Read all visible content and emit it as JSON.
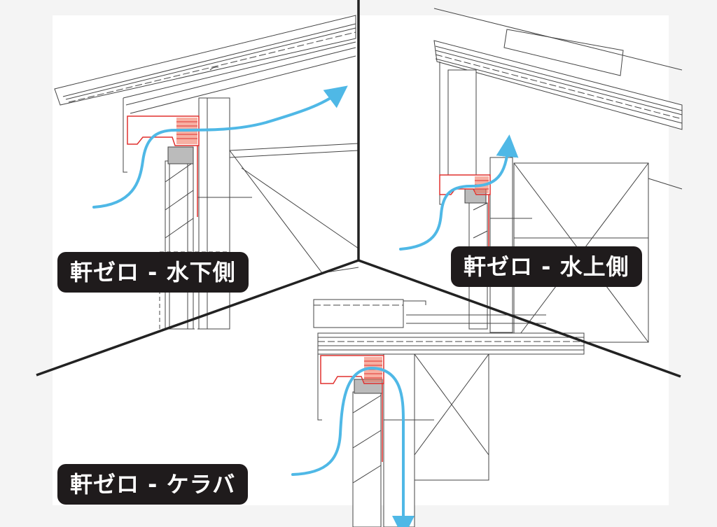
{
  "labels": {
    "downslope": "軒ゼロ - 水下側",
    "upslope": "軒ゼロ - 水上側",
    "gable": "軒ゼロ - ケラバ"
  },
  "colors": {
    "airflow": "#4fb8e6",
    "vent_outline": "#e0302e",
    "vent_fill": "#f07058",
    "divider": "#222222",
    "line": "#444444",
    "label_bg": "#1f1b1c"
  }
}
